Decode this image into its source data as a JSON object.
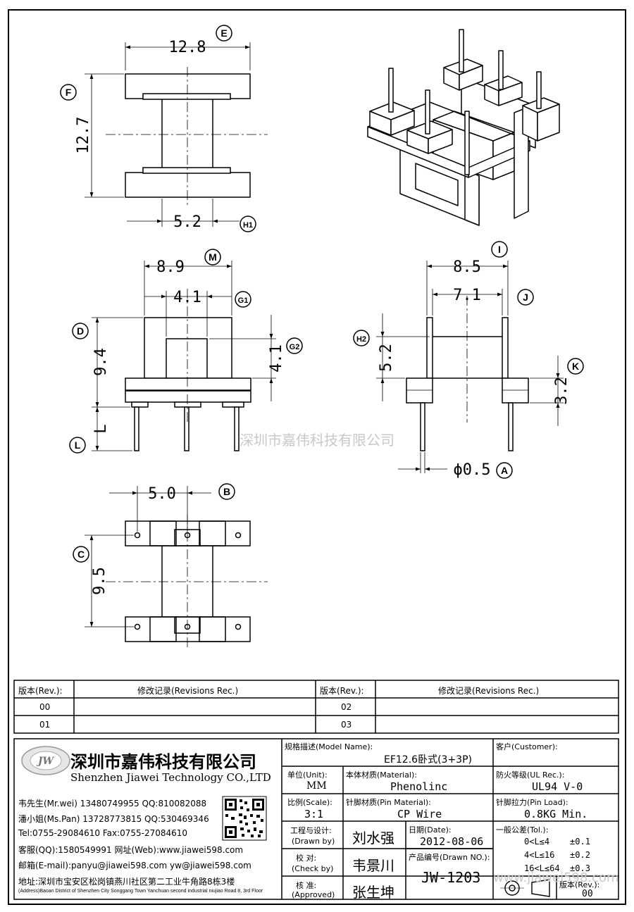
{
  "watermark": {
    "center": "深圳市嘉伟科技有限公司",
    "corner": "www.jiawei598.com"
  },
  "top_view": {
    "width": "12.8",
    "height": "12.7",
    "core": "5.2",
    "bubbles": [
      "E",
      "F",
      "H1"
    ]
  },
  "front_view": {
    "width": "8.9",
    "inner": "4.1",
    "inner_h": "4.1",
    "height": "9.4",
    "pin": "L",
    "bubbles": [
      "M",
      "G1",
      "G2",
      "D",
      "L"
    ]
  },
  "side_view": {
    "width": "8.5",
    "inner": "7.1",
    "height": "5.2",
    "flange": "3.2",
    "pin_dia": "ϕ0.5",
    "bubbles": [
      "I",
      "J",
      "H2",
      "K",
      "A"
    ]
  },
  "bottom_view": {
    "pitch": "5.0",
    "height": "9.5",
    "bubbles": [
      "B",
      "C"
    ]
  },
  "revisions": {
    "rev_label": "版本(Rev.):",
    "rec_label": "修改记录(Revisions Rec.)",
    "revs_left": [
      "00",
      "01"
    ],
    "revs_right": [
      "02",
      "03"
    ]
  },
  "company": {
    "logo_letters": "JW",
    "name_cn": "深圳市嘉伟科技有限公司",
    "name_en": "Shenzhen Jiawei Technology CO.,LTD",
    "contacts": [
      "韦先生(Mr.wei) 13480749955 QQ:810082088",
      "潘小姐(Ms.Pan) 13728773815 QQ:530469346",
      "Tel:0755-29084610      Fax:0755-27084610",
      "客服(QQ):1580549991   网址(Web):www.jiawei598.com",
      "邮箱(E-mail):panyu@jiawei598.com   yw@jiawei598.com"
    ],
    "address_cn": "地址:深圳市宝安区松岗镇燕川社区第二工业牛角路8栋3楼",
    "address_en": "(Address)Baoan District of Shenzhen City Songgang Town Yanchuan  second industrial niujiao Road 8, 3rd Floor"
  },
  "title_block": {
    "model_label": "规格描述(Model Name):",
    "model": "EF12.6卧式(3+3P)",
    "customer_label": "客户(Customer):",
    "customer": "",
    "unit_label": "单位(Unit):",
    "unit": "MM",
    "material_label": "本体材质(Material):",
    "material": "Phenolinc",
    "ul_label": "防火等级(UL Rec.):",
    "ul": "UL94 V-0",
    "scale_label": "比例(Scale):",
    "scale": "3:1",
    "pin_material_label": "针脚材质(Pin Material):",
    "pin_material": "CP Wire",
    "pin_load_label": "针脚拉力(Pin Load):",
    "pin_load": "0.8KG Min.",
    "drawn_label_cn": "工程与设计:",
    "drawn_label_en": "(Drawn by)",
    "drawn_by": "刘水强",
    "check_label_cn": "校  对:",
    "check_label_en": "(Check by)",
    "check_by": "韦景川",
    "approved_label_cn": "核  准:",
    "approved_label_en": "(Approved)",
    "approved_by": "张生坤",
    "date_label": "日期(Date):",
    "date": "2012-08-06",
    "drawn_no_label": "产品编号(Drawn NO.):",
    "drawn_no": "JW-1203",
    "tol_label": "一般公差(Tol.):",
    "tol": [
      "0<L≤4    ±0.1",
      "4<L≤16   ±0.2",
      "16<L≤64  ±0.3"
    ],
    "rev_label": "版本(Rev.):",
    "rev": "00"
  }
}
